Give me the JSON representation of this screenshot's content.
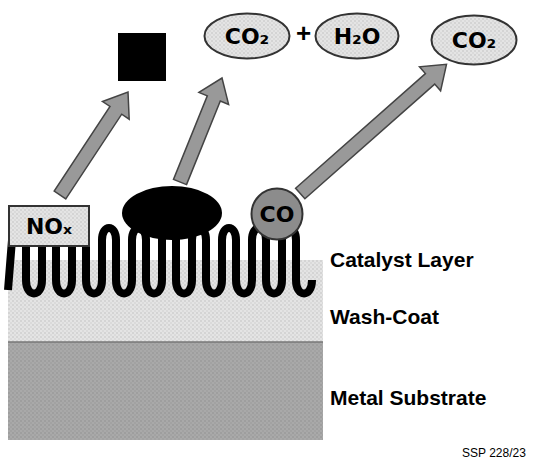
{
  "diagram": {
    "nodes": [
      {
        "text": [
          "NOₓ"
        ]
      },
      {
        "text": [
          "CO"
        ]
      },
      {
        "text": [
          "CO₂"
        ]
      },
      {
        "text": [
          "H₂O"
        ]
      },
      {
        "text": [
          "CO₂"
        ]
      }
    ],
    "edges": [
      {
        "from": 1,
        "to": 4,
        "arrow": "to"
      }
    ],
    "labels": [
      "+",
      "Catalyst Layer",
      "Wash-Coat",
      "Metal Substrate",
      "SSP 228/23"
    ]
  }
}
